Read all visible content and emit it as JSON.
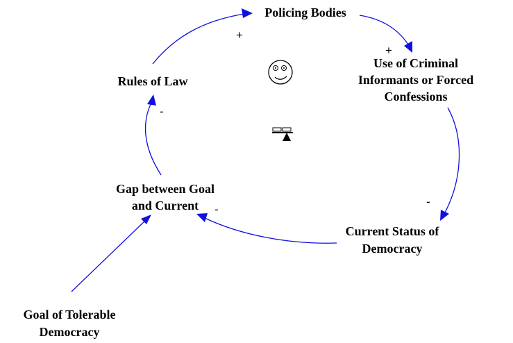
{
  "nodes": {
    "policing_bodies": "Policing Bodies",
    "use_of_informants": [
      "Use of Criminal",
      "Informants or Forced",
      "Confessions"
    ],
    "current_status": [
      "Current Status of",
      "Democracy"
    ],
    "gap": [
      "Gap between Goal",
      "and Current"
    ],
    "rules_of_law": "Rules of Law",
    "goal": [
      "Goal of Tolerable",
      "Democracy"
    ]
  },
  "polarities": {
    "rules_to_policing": "+",
    "policing_to_use": "+",
    "use_to_status": "-",
    "status_to_gap": "-",
    "gap_to_rules": "-"
  },
  "loop_icons": [
    "smiley-icon",
    "balance-icon"
  ],
  "colors": {
    "arrow": "#1010e0",
    "text": "#000000"
  }
}
